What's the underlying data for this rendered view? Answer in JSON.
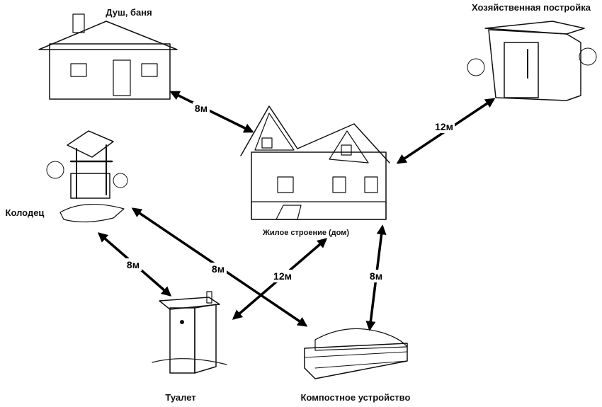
{
  "labels": {
    "bath": "Душ, баня",
    "shed": "Хозяйственная постройка",
    "well": "Колодец",
    "house": "Жилое строение (дом)",
    "toilet": "Туалет",
    "compost": "Компостное устройство"
  },
  "distances": {
    "bath_house": "8м",
    "shed_house": "12м",
    "well_toilet": "8м",
    "well_compost": "8м",
    "toilet_house": "12м",
    "house_compost": "8м"
  }
}
